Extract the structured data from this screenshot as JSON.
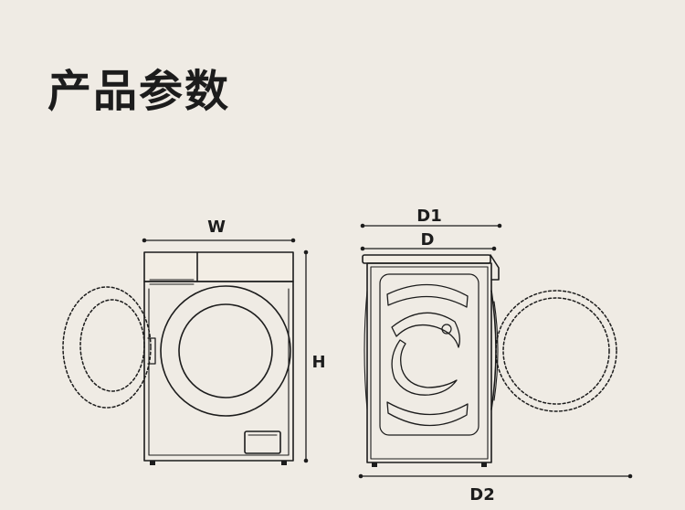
{
  "page": {
    "title": "产品参数"
  },
  "front_view": {
    "width_label": "W",
    "height_label": "H"
  },
  "side_view": {
    "depth1_label": "D1",
    "depth_label": "D",
    "depth2_label": "D2"
  },
  "colors": {
    "background": "#efebe4",
    "line": "#1c1c1c",
    "panel": "#f2ede4"
  }
}
